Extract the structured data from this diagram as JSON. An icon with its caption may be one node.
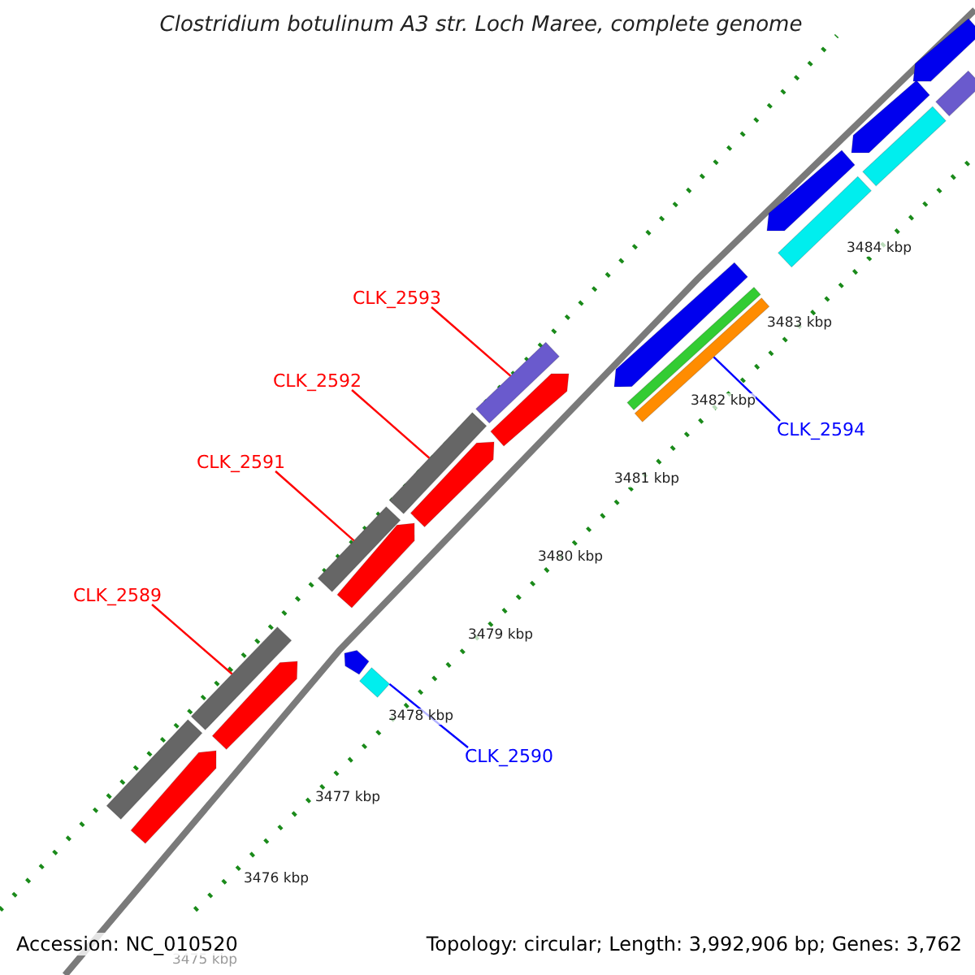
{
  "diagram": {
    "title": "Clostridium botulinum A3 str. Loch Maree, complete genome",
    "nodes": [
      {
        "text": [
          "CLK_2593"
        ]
      },
      {
        "text": [
          "CLK_2592"
        ]
      },
      {
        "text": [
          "CLK_2591"
        ]
      },
      {
        "text": [
          "CLK_2589"
        ]
      },
      {
        "text": [
          "CLK_2594"
        ]
      },
      {
        "text": [
          "CLK_2590"
        ]
      },
      {
        "text": [],
        "shape": "bar"
      },
      {
        "text": [],
        "shape": "arrow"
      },
      {
        "text": [],
        "shape": "bar"
      },
      {
        "text": [],
        "shape": "arrow"
      },
      {
        "text": [],
        "shape": "bar"
      },
      {
        "text": [],
        "shape": "arrow"
      },
      {
        "text": [],
        "shape": "arrow"
      },
      {
        "text": [],
        "shape": "bar"
      },
      {
        "text": [],
        "shape": "bar"
      },
      {
        "text": [],
        "shape": "arrow"
      },
      {
        "text": [],
        "shape": "bar"
      },
      {
        "text": [],
        "shape": "arrow"
      },
      {
        "text": [],
        "shape": "arrow"
      },
      {
        "text": [],
        "shape": "bar"
      },
      {
        "text": [],
        "shape": "bar"
      },
      {
        "text": [],
        "shape": "arrow"
      },
      {
        "text": [],
        "shape": "bar"
      },
      {
        "text": [],
        "shape": "arrow"
      },
      {
        "text": [],
        "shape": "bar"
      },
      {
        "text": [],
        "shape": "arrow"
      },
      {
        "text": [],
        "shape": "bar"
      }
    ],
    "edges": [
      {
        "from": 0,
        "to": 16,
        "arrow": "none"
      },
      {
        "from": 1,
        "to": 14,
        "arrow": "none"
      },
      {
        "from": 2,
        "to": 10,
        "arrow": "none"
      },
      {
        "from": 3,
        "to": 8,
        "arrow": "none"
      },
      {
        "from": 4,
        "to": 20,
        "arrow": "none",
        "color": "#0000ff"
      },
      {
        "from": 5,
        "to": 13,
        "arrow": "none",
        "color": "#0000ff"
      }
    ],
    "labels": [
      "3484 kbp",
      "3483 kbp",
      "3482 kbp",
      "3481 kbp",
      "3480 kbp",
      "3479 kbp",
      "3478 kbp",
      "3477 kbp",
      "3476 kbp",
      "3475 kbp",
      "Accession: NC_010520",
      "Topology: circular; Length: 3,992,906 bp; Genes: 3,762"
    ]
  }
}
